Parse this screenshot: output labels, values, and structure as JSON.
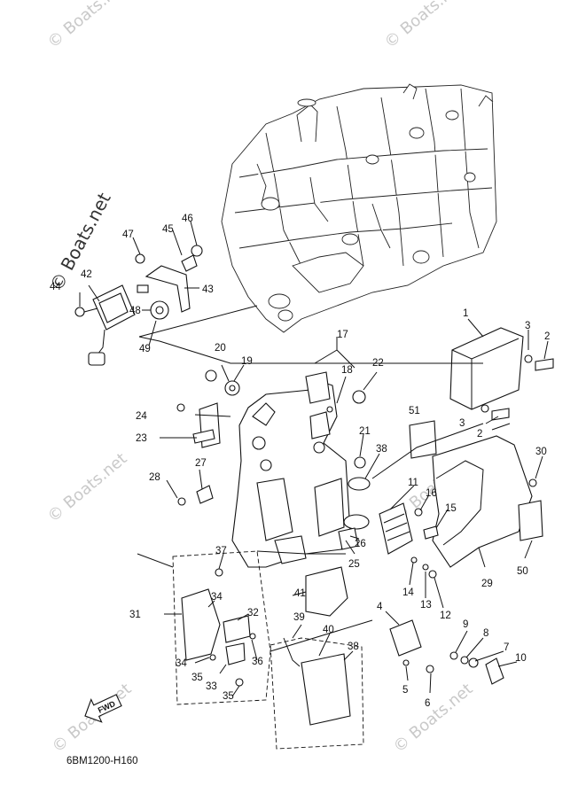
{
  "diagram": {
    "code": "6BM1200-H160",
    "fwd_label": "FWD",
    "watermark": "© Boats.net",
    "callouts": [
      "1",
      "2",
      "3",
      "4",
      "5",
      "6",
      "7",
      "8",
      "9",
      "10",
      "11",
      "12",
      "13",
      "14",
      "15",
      "16",
      "17",
      "18",
      "19",
      "20",
      "21",
      "22",
      "23",
      "24",
      "25",
      "26",
      "27",
      "28",
      "29",
      "30",
      "31",
      "32",
      "33",
      "34",
      "35",
      "36",
      "37",
      "38",
      "39",
      "40",
      "41",
      "42",
      "43",
      "44",
      "45",
      "46",
      "47",
      "48",
      "49",
      "50",
      "51"
    ]
  }
}
